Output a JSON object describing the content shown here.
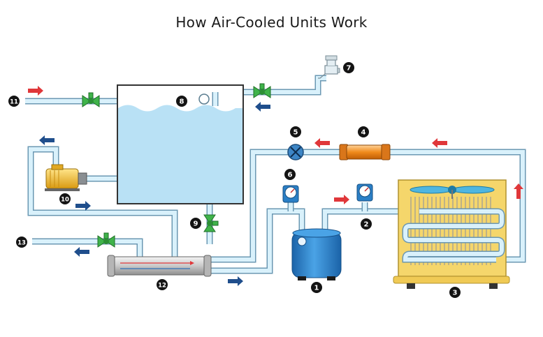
{
  "title": "How Air-Cooled Units Work",
  "labels": {
    "n1": "1",
    "n2": "2",
    "n3": "3",
    "n4": "4",
    "n5": "5",
    "n6": "6",
    "n7": "7",
    "n8": "8",
    "n9": "9",
    "n10": "10",
    "n11": "11",
    "n12": "12",
    "n13": "13"
  },
  "colors": {
    "water": "#b9e1f5",
    "pipe_outline": "#6b98b3",
    "pipe_fill": "#d9f1fb",
    "flow_arrow_red": "#e0373a",
    "flow_arrow_blue": "#1f4e8c",
    "valve": "#3fb34a",
    "compressor": "#2f86d4",
    "condenser_frame": "#f5d66b",
    "fan": "#4fb6e0",
    "heat_exchanger": "#f08a1c",
    "expansion_valve": "#3d86c6",
    "pump": "#f2bf2e"
  }
}
